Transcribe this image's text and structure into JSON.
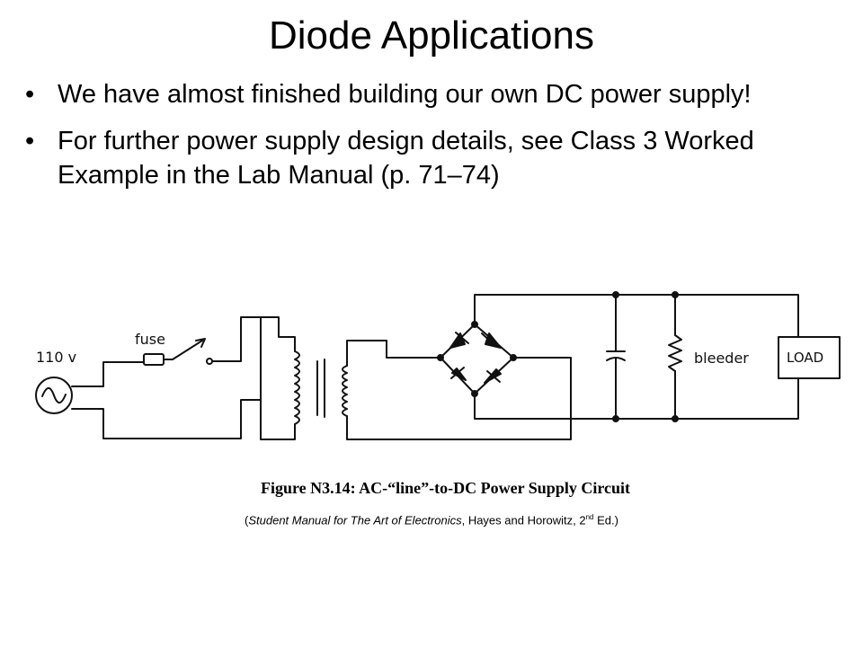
{
  "slide": {
    "title": "Diode Applications",
    "bullets": [
      "We have almost finished building our own DC power supply!",
      "For further power supply design details, see Class 3 Worked Example in the Lab Manual (p. 71–74)"
    ]
  },
  "figure": {
    "labels": {
      "voltage": "110 v",
      "fuse": "fuse",
      "bleeder": "bleeder",
      "load": "LOAD"
    },
    "caption": "Figure N3.14: AC-“line”-to-DC Power Supply Circuit",
    "credit": {
      "open": "(",
      "title_italic": "Student Manual for The Art of Electronics",
      "rest": ", Hayes and Horowitz, 2",
      "sup": "nd",
      "close": " Ed.)"
    }
  }
}
